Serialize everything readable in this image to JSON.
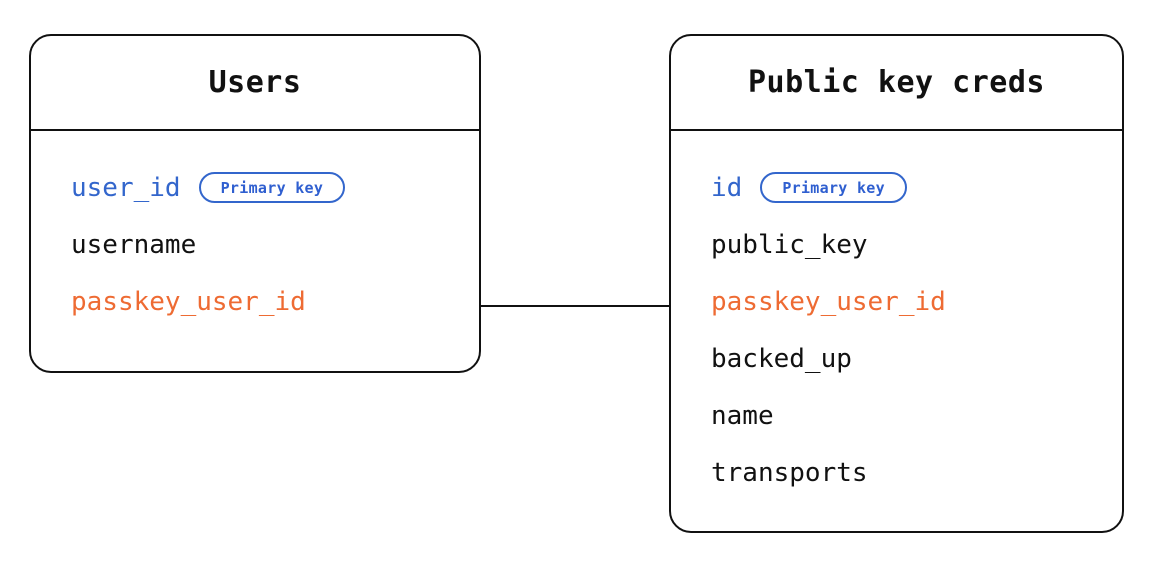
{
  "diagram": {
    "type": "entity-relationship-diagram",
    "background_color": "#ffffff",
    "colors": {
      "border": "#111111",
      "text": "#111111",
      "primary_key": "#3366cc",
      "foreign_key": "#ee6b33",
      "badge_border": "#3366cc",
      "badge_text": "#2f5fd0"
    }
  },
  "entities": [
    {
      "id": "users",
      "title": "Users",
      "fields": [
        {
          "name": "user_id",
          "role": "primary_key",
          "badge": "Primary key"
        },
        {
          "name": "username",
          "role": "plain",
          "badge": null
        },
        {
          "name": "passkey_user_id",
          "role": "foreign_key",
          "badge": null
        }
      ]
    },
    {
      "id": "public_key_creds",
      "title": "Public key creds",
      "fields": [
        {
          "name": "id",
          "role": "primary_key",
          "badge": "Primary key"
        },
        {
          "name": "public_key",
          "role": "plain",
          "badge": null
        },
        {
          "name": "passkey_user_id",
          "role": "foreign_key",
          "badge": null
        },
        {
          "name": "backed_up",
          "role": "plain",
          "badge": null
        },
        {
          "name": "name",
          "role": "plain",
          "badge": null
        },
        {
          "name": "transports",
          "role": "plain",
          "badge": null
        }
      ]
    }
  ],
  "relationships": [
    {
      "from_entity": "users",
      "from_field": "passkey_user_id",
      "to_entity": "public_key_creds",
      "to_field": "passkey_user_id",
      "style": "solid-line"
    }
  ]
}
